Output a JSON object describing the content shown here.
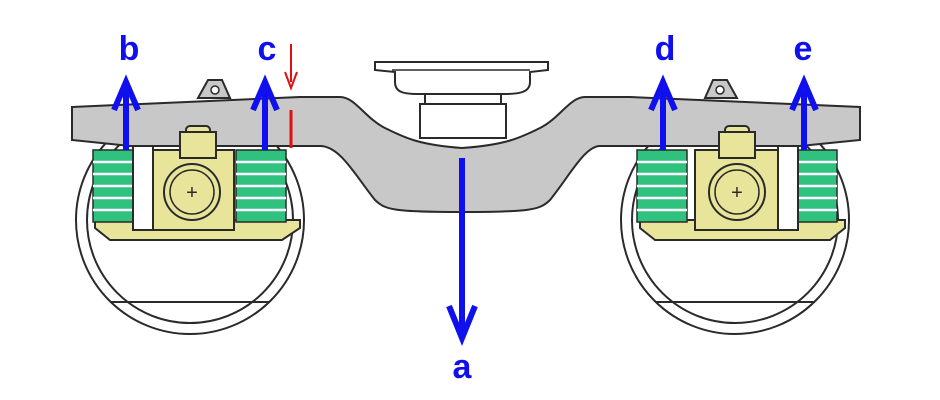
{
  "labels": {
    "a": "a",
    "b": "b",
    "c": "c",
    "d": "d",
    "e": "e"
  },
  "colors": {
    "frame": "#c8c8c8",
    "outline": "#2a2a2a",
    "spring": "#2ec27e",
    "axlebox": "#e8e49a",
    "arrow": "#1010ee",
    "red_marker": "#e01010",
    "background": "#ffffff"
  },
  "icons": {
    "center_plus": "plus-icon",
    "arrow_up": "arrow-up-icon",
    "arrow_down": "arrow-down-icon"
  }
}
